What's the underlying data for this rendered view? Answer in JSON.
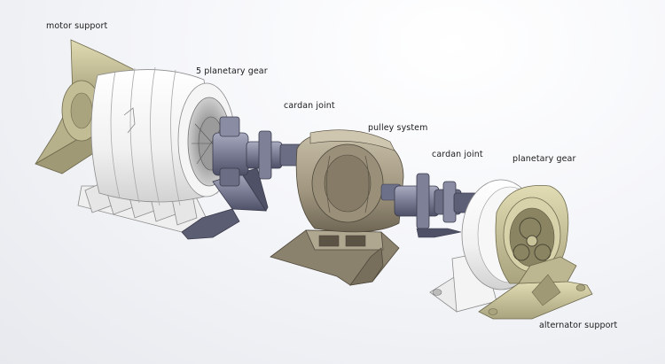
{
  "labels": {
    "motor_support": "motor support",
    "planetary_5": "5 planetary gear",
    "cardan_1": "cardan joint",
    "pulley": "pulley system",
    "cardan_2": "cardan joint",
    "planetary": "planetary gear",
    "alternator_support": "alternator support"
  },
  "colors": {
    "khaki": "#c9c39a",
    "khaki_dark": "#8f8a66",
    "white_part": "#f4f4f4",
    "white_edge": "#9a9a9a",
    "steel": "#7c7e95",
    "steel_dark": "#4c4e63",
    "bronze": "#a79c86",
    "bronze_dark": "#6e6555"
  }
}
